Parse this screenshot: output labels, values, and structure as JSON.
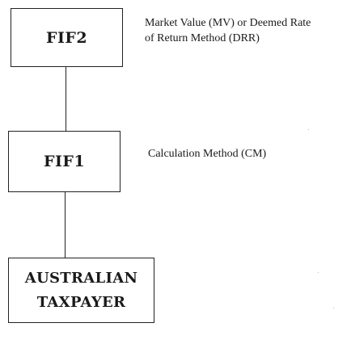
{
  "diagram": {
    "nodes": {
      "fif2": {
        "label": "FIF2"
      },
      "fif1": {
        "label": "FIF1"
      },
      "taxpayer": {
        "line1": "AUSTRALIAN",
        "line2": "TAXPAYER"
      }
    },
    "annotations": {
      "fif2": {
        "line1": "Market Value (MV) or Deemed Rate",
        "line2": "of Return Method (DRR)"
      },
      "fif1": {
        "line1": "Calculation Method (CM)"
      }
    },
    "edges": [
      {
        "from": "FIF2",
        "to": "FIF1"
      },
      {
        "from": "FIF1",
        "to": "AUSTRALIAN TAXPAYER"
      }
    ]
  }
}
